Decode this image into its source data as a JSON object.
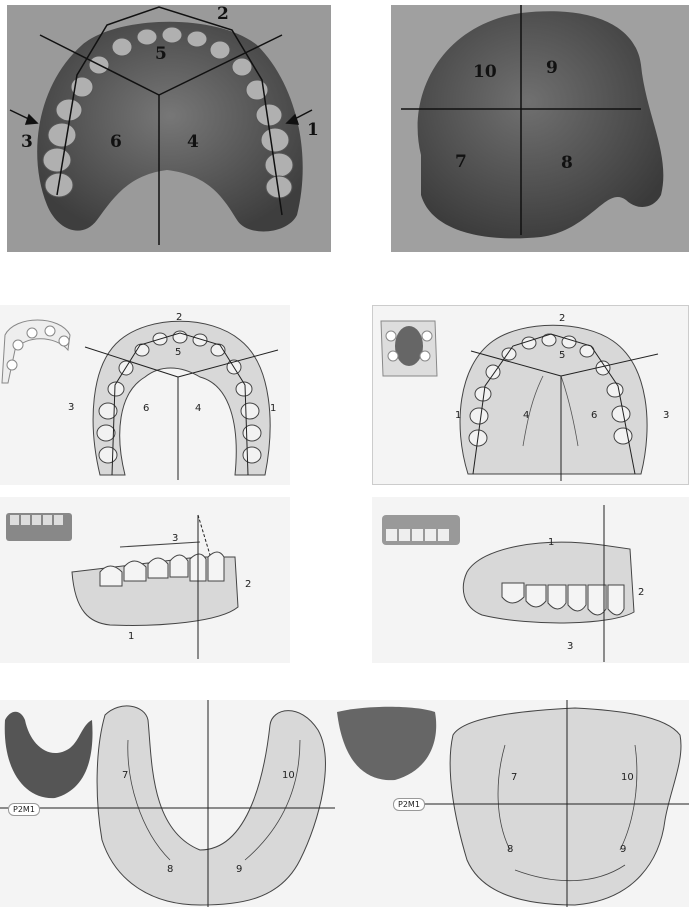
{
  "photo_maxillary_labels": {
    "n1": "1",
    "n2": "2",
    "n3": "3",
    "n4": "4",
    "n5": "5",
    "n6": "6"
  },
  "photo_mandibular_labels": {
    "n7": "7",
    "n8": "8",
    "n9": "9",
    "n10": "10"
  },
  "drawing_upper_left_labels": {
    "n1": "1",
    "n2": "2",
    "n3": "3",
    "n4": "4",
    "n5": "5",
    "n6": "6"
  },
  "drawing_upper_right_labels": {
    "n1": "1",
    "n2": "2",
    "n3": "3",
    "n4": "4",
    "n5": "5",
    "n6": "6"
  },
  "drawing_side_left_labels": {
    "n1": "1",
    "n2": "2",
    "n3": "3"
  },
  "drawing_side_right_labels": {
    "n1": "1",
    "n2": "2",
    "n3": "3"
  },
  "drawing_base_left": {
    "tag": "P2M1",
    "n7": "7",
    "n8": "8",
    "n9": "9",
    "n10": "10"
  },
  "drawing_base_right": {
    "tag": "P2M1",
    "n7": "7",
    "n8": "8",
    "n9": "9",
    "n10": "10"
  },
  "colors": {
    "photo_bg": "#8a8a8a",
    "denture": "#5e5e5e",
    "drawing_fill": "#d8d8d8",
    "line": "#222222"
  }
}
